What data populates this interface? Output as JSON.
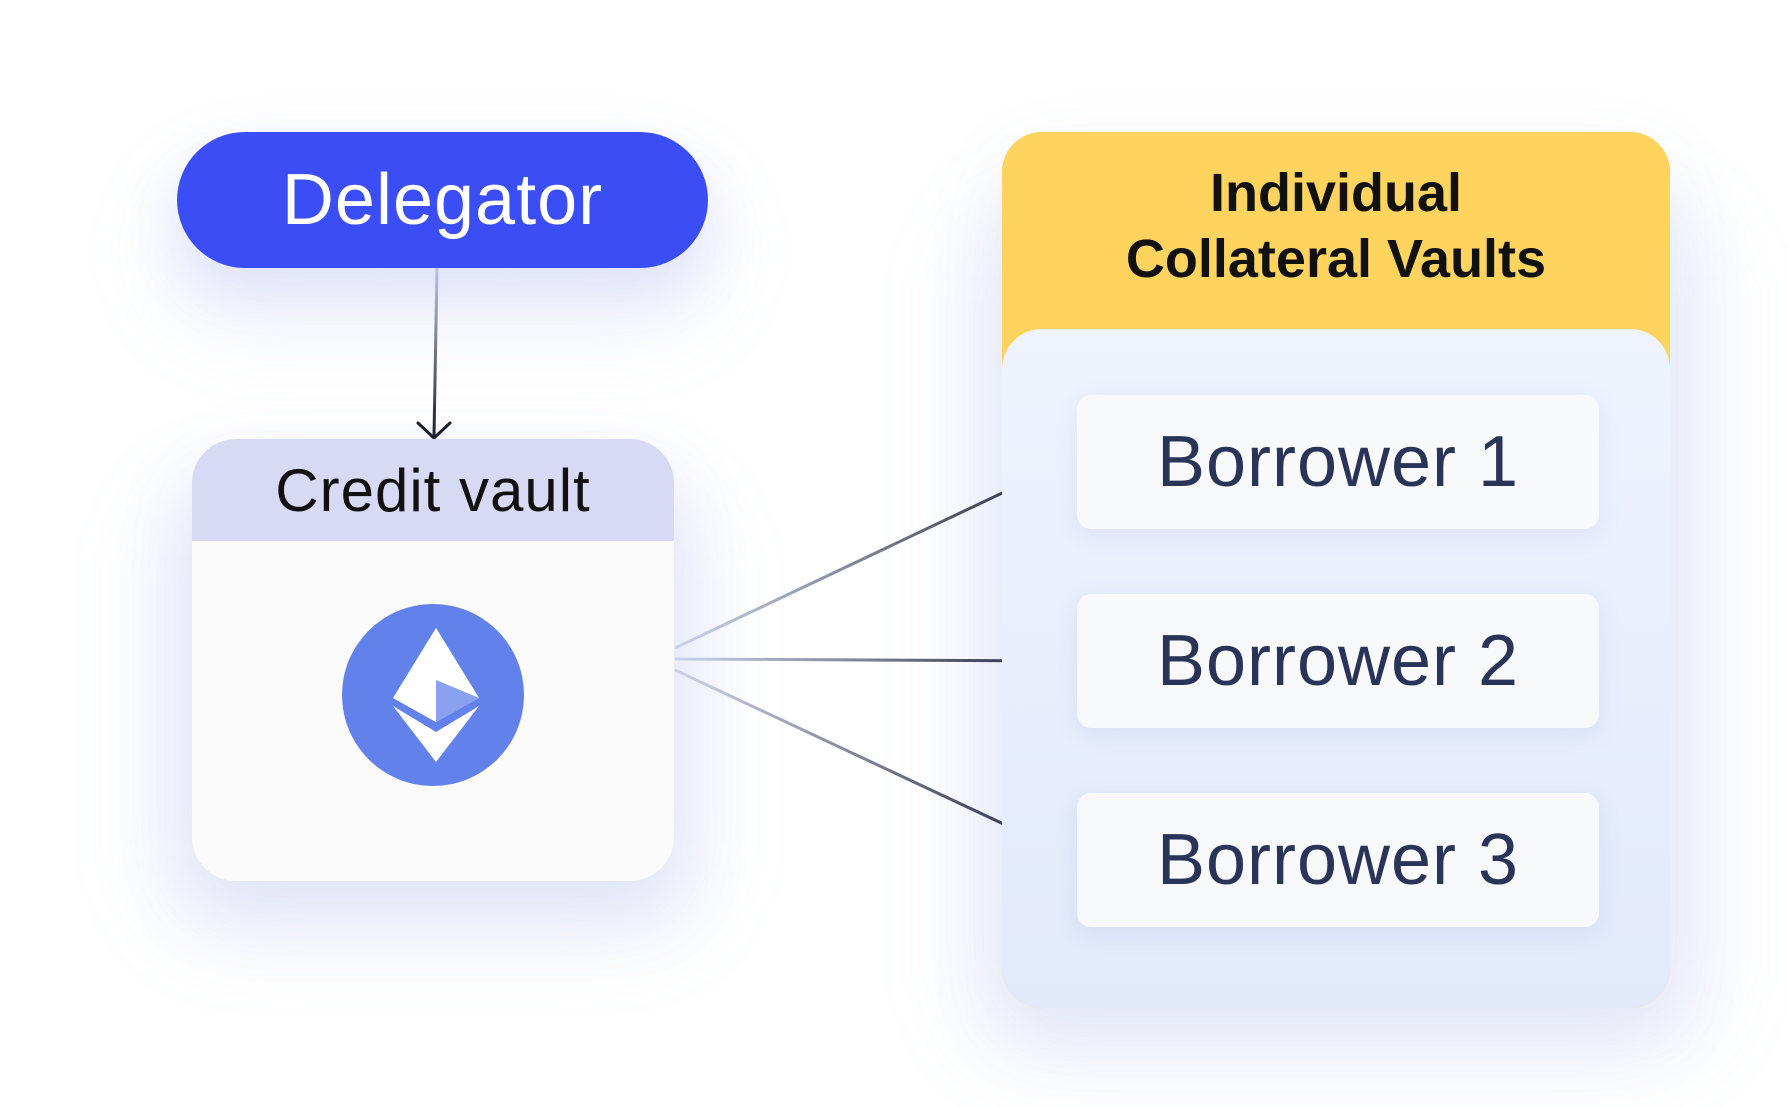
{
  "colors": {
    "delegator_fill": "#3b4ef5",
    "credit_vault_header": "#d8daf5",
    "eth_coin": "#6281ea",
    "collateral_header": "#ffd45e",
    "collateral_body_top": "#eef3fd",
    "collateral_body_bottom": "#e2e9fb",
    "arrow": "#1a1f2e"
  },
  "delegator": {
    "label": "Delegator"
  },
  "credit_vault": {
    "title": "Credit vault",
    "icon": "ethereum-icon"
  },
  "collateral_vaults": {
    "title_line1": "Individual",
    "title_line2": "Collateral Vaults",
    "borrowers": [
      {
        "label": "Borrower 1"
      },
      {
        "label": "Borrower 2"
      },
      {
        "label": "Borrower 3"
      }
    ]
  }
}
